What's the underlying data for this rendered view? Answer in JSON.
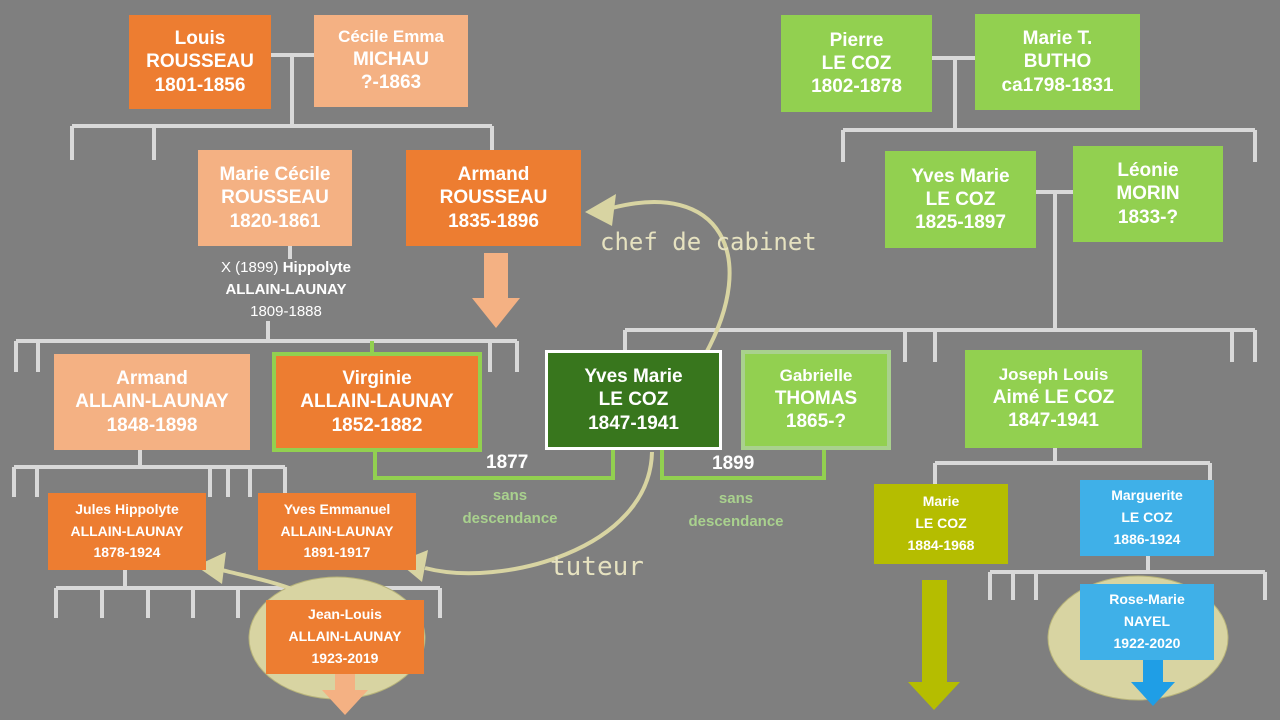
{
  "people": {
    "louis_rousseau": {
      "line1": "Louis",
      "line2": "ROUSSEAU",
      "line3": "1801-1856"
    },
    "cecile_michau": {
      "line1": "Cécile Emma",
      "line2": "MICHAU",
      "line3": "?-1863"
    },
    "marie_cecile_rousseau": {
      "line1": "Marie Cécile",
      "line2": "ROUSSEAU",
      "line3": "1820-1861"
    },
    "armand_rousseau": {
      "line1": "Armand",
      "line2": "ROUSSEAU",
      "line3": "1835-1896"
    },
    "armand_allain": {
      "line1": "Armand",
      "line2": "ALLAIN-LAUNAY",
      "line3": "1848-1898"
    },
    "virginie_allain": {
      "line1": "Virginie",
      "line2": "ALLAIN-LAUNAY",
      "line3": "1852-1882"
    },
    "jules_allain": {
      "line1": "Jules Hippolyte",
      "line2": "ALLAIN-LAUNAY",
      "line3": "1878-1924"
    },
    "yves_emmanuel_allain": {
      "line1": "Yves Emmanuel",
      "line2": "ALLAIN-LAUNAY",
      "line3": "1891-1917"
    },
    "jean_louis_allain": {
      "line1": "Jean-Louis",
      "line2": "ALLAIN-LAUNAY",
      "line3": "1923-2019"
    },
    "pierre_le_coz": {
      "line1": "Pierre",
      "line2": "LE COZ",
      "line3": "1802-1878"
    },
    "marie_butho": {
      "line1": "Marie T.",
      "line2": "BUTHO",
      "line3": "ca1798-1831"
    },
    "yves_marie_le_coz_1825": {
      "line1": "Yves Marie",
      "line2": "LE COZ",
      "line3": "1825-1897"
    },
    "leonie_morin": {
      "line1": "Léonie",
      "line2": "MORIN",
      "line3": "1833-?"
    },
    "yves_marie_le_coz_1847": {
      "line1": "Yves Marie",
      "line2": "LE COZ",
      "line3": "1847-1941"
    },
    "gabrielle_thomas": {
      "line1": "Gabrielle",
      "line2": "THOMAS",
      "line3": "1865-?"
    },
    "joseph_louis_le_coz": {
      "line1": "Joseph Louis",
      "line2": "Aimé LE COZ",
      "line3": "1847-1941"
    },
    "marie_le_coz": {
      "line1": "Marie",
      "line2": "LE COZ",
      "line3": "1884-1968"
    },
    "marguerite_le_coz": {
      "line1": "Marguerite",
      "line2": "LE COZ",
      "line3": "1886-1924"
    },
    "rose_marie_nayel": {
      "line1": "Rose-Marie",
      "line2": "NAYEL",
      "line3": "1922-2020"
    }
  },
  "hippolyte": {
    "marriage": "X (1899)",
    "first": "Hippolyte",
    "last": "ALLAIN-LAUNAY",
    "dates": "1809-1888"
  },
  "marriages": {
    "virginie_year": "1877",
    "gabrielle_year": "1899"
  },
  "notes": {
    "sans1": "sans",
    "desc1": "descendance",
    "sans2": "sans",
    "desc2": "descendance"
  },
  "annotations": {
    "chef": "chef de cabinet",
    "tuteur": "tuteur"
  },
  "colors": {
    "orange": "#ed7d31",
    "peach": "#f4b183",
    "green": "#92d050",
    "dark_green": "#38761d",
    "olive": "#b5bd00",
    "blue": "#3fb0e8",
    "background": "#7f7f7f"
  }
}
